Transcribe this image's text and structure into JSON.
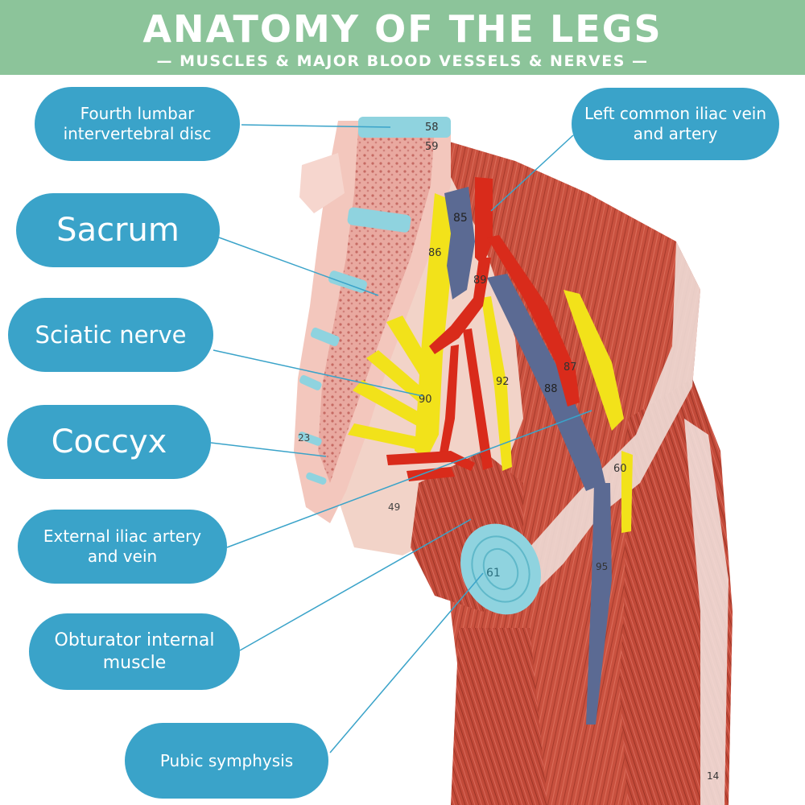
{
  "header": {
    "title": "ANATOMY OF THE LEGS",
    "subtitle": "— MUSCLES & MAJOR BLOOD VESSELS & NERVES —"
  },
  "labels": {
    "fourth_lumbar": "Fourth lumbar intervertebral disc",
    "left_common_iliac": "Left common iliac vein and artery",
    "sacrum": "Sacrum",
    "sciatic_nerve": "Sciatic nerve",
    "coccyx": "Coccyx",
    "external_iliac": "External iliac artery and vein",
    "obturator": "Obturator internal muscle",
    "pubic_symphysis": "Pubic symphysis"
  },
  "model_numbers": [
    "58",
    "59",
    "85",
    "86",
    "87",
    "88",
    "89",
    "90",
    "92",
    "60",
    "61",
    "23",
    "49",
    "95",
    "14"
  ],
  "colors": {
    "header_bg": "#8cc49a",
    "label_bg": "#3aa3c9",
    "muscle": "#c8503e",
    "bone": "#f3c7bd",
    "nerve": "#f2e21a",
    "artery": "#d92b1b",
    "vein": "#5b6a93",
    "cartilage": "#8fd3df"
  }
}
